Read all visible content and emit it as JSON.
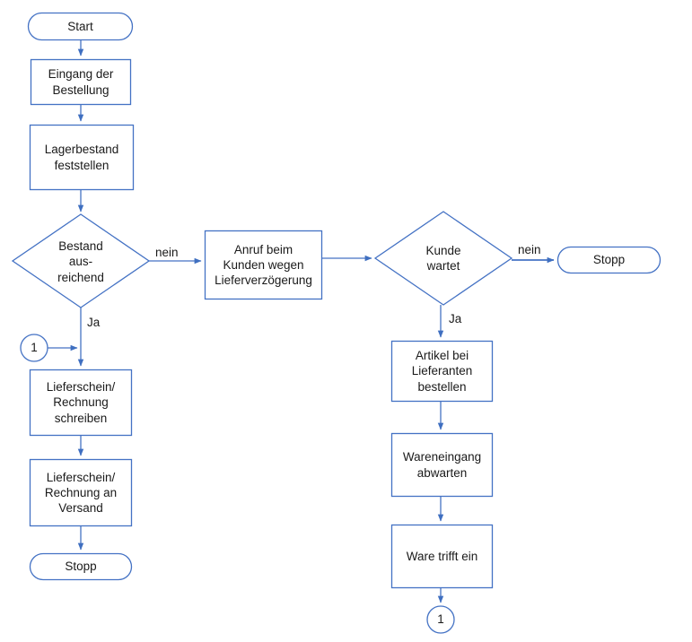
{
  "diagram": {
    "type": "flowchart",
    "language": "de",
    "colors": {
      "shape_stroke": "#4472C4",
      "connector_stroke": "#4472C4",
      "text": "#1a1a1a",
      "background": "#FFFFFF"
    },
    "nodes": [
      {
        "id": "start",
        "shape": "terminator",
        "text": "Start"
      },
      {
        "id": "eingang",
        "shape": "process",
        "text": "Eingang der\nBestellung"
      },
      {
        "id": "lagerbestand",
        "shape": "process",
        "text": "Lagerbestand\nfeststellen"
      },
      {
        "id": "bestand_frage",
        "shape": "decision",
        "text": "Bestand\naus-\nreichend"
      },
      {
        "id": "anruf",
        "shape": "process",
        "text": "Anruf beim\nKunden wegen\nLieferverzögerung"
      },
      {
        "id": "kunde_wartet",
        "shape": "decision",
        "text": "Kunde\nwartet"
      },
      {
        "id": "stopp_rechts",
        "shape": "terminator",
        "text": "Stopp"
      },
      {
        "id": "artikel",
        "shape": "process",
        "text": "Artikel bei\nLieferanten\nbestellen"
      },
      {
        "id": "wareneingang",
        "shape": "process",
        "text": "Wareneingang\nabwarten"
      },
      {
        "id": "ware_trifft_ein",
        "shape": "process",
        "text": "Ware trifft ein"
      },
      {
        "id": "connector_bottom",
        "shape": "connector",
        "text": "1"
      },
      {
        "id": "connector_left",
        "shape": "connector",
        "text": "1"
      },
      {
        "id": "lieferschein1",
        "shape": "process",
        "text": "Lieferschein/\nRechnung\nschreiben"
      },
      {
        "id": "lieferschein2",
        "shape": "process",
        "text": "Lieferschein/\nRechnung an\nVersand"
      },
      {
        "id": "stopp_links",
        "shape": "terminator",
        "text": "Stopp"
      }
    ],
    "edge_labels": {
      "bestand_nein": "nein",
      "bestand_ja": "Ja",
      "kunde_nein": "nein",
      "kunde_ja": "Ja"
    }
  }
}
